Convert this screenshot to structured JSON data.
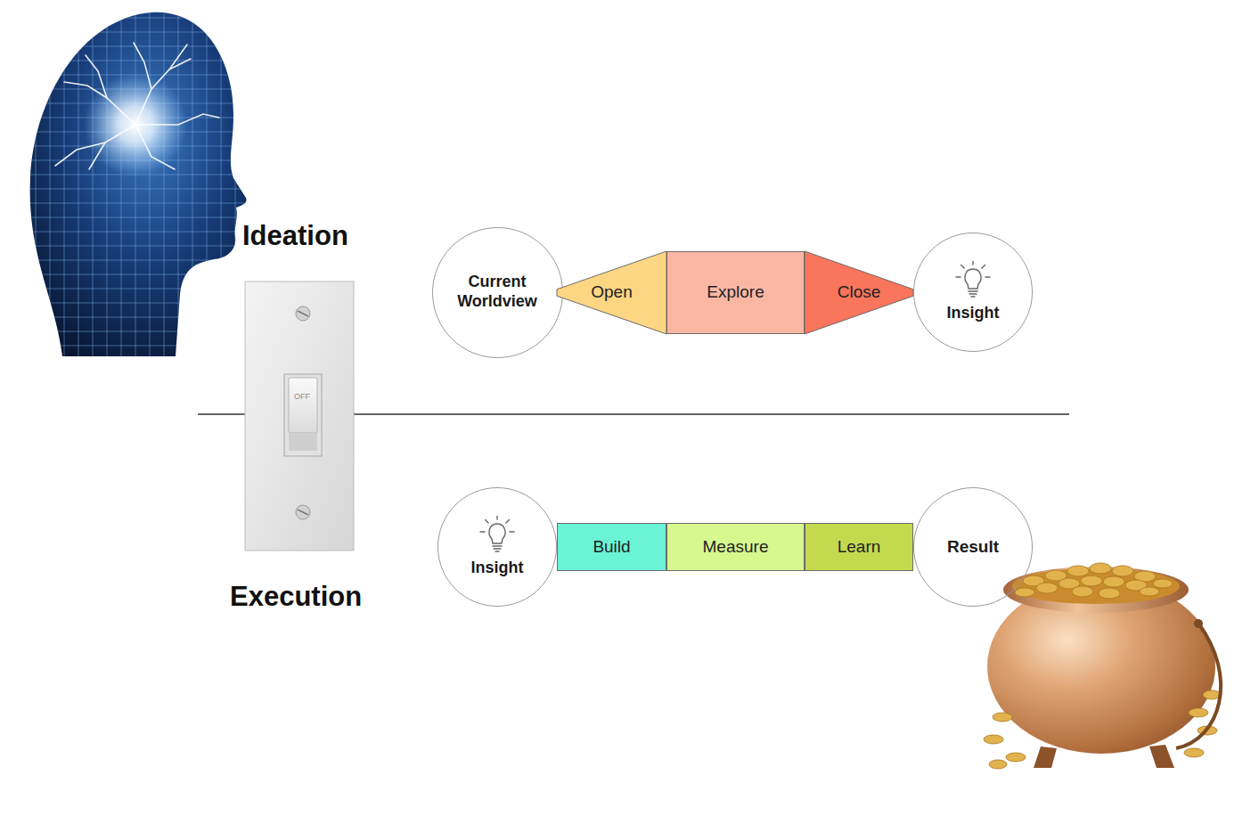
{
  "diagram": {
    "nodes": [
      {
        "text": [
          "Current Worldview"
        ]
      },
      {
        "text": [
          "Open"
        ]
      },
      {
        "text": [
          "Explore"
        ]
      },
      {
        "text": [
          "Close"
        ]
      },
      {
        "text": [
          "Insight"
        ]
      },
      {
        "text": [
          "Insight"
        ]
      },
      {
        "text": [
          "Build"
        ]
      },
      {
        "text": [
          "Measure"
        ]
      },
      {
        "text": [
          "Learn"
        ]
      },
      {
        "text": [
          "Result"
        ]
      }
    ],
    "labels": [
      "Ideation",
      "Execution",
      "OFF"
    ]
  }
}
